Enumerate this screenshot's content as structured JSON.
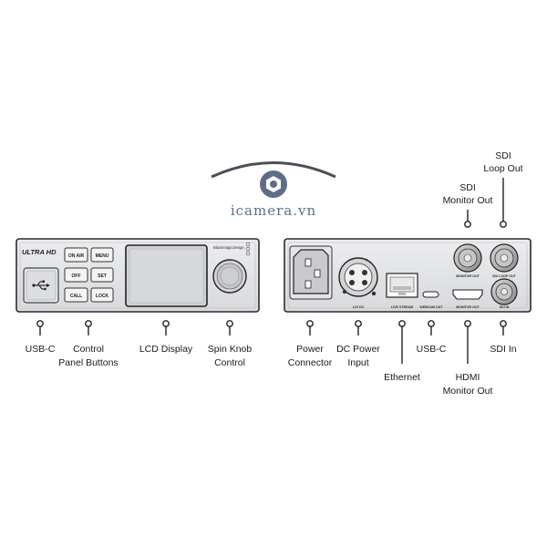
{
  "watermark": {
    "text": "icamera.vn"
  },
  "front_panel": {
    "logo": "ULTRA HD",
    "brand": "Blackmagicdesign",
    "buttons": [
      "ON AIR",
      "MENU",
      "OFF",
      "SET",
      "CALL",
      "LOCK"
    ]
  },
  "rear_panel": {
    "port_labels": [
      "12V DC",
      "LIVE STREAM",
      "WEBCAM OUT",
      "MONITOR OUT",
      "MONITOR OUT",
      "SDI LOOP OUT",
      "SDI IN"
    ]
  },
  "callouts": {
    "usb_c_front": [
      "USB-C"
    ],
    "control_panel_buttons": [
      "Control",
      "Panel Buttons"
    ],
    "lcd_display": [
      "LCD Display"
    ],
    "spin_knob": [
      "Spin Knob",
      "Control"
    ],
    "power_connector": [
      "Power",
      "Connector"
    ],
    "dc_power_input": [
      "DC Power",
      "Input"
    ],
    "ethernet": [
      "Ethernet"
    ],
    "usb_c_rear": [
      "USB-C"
    ],
    "hdmi_monitor_out": [
      "HDMI",
      "Monitor Out"
    ],
    "sdi_in": [
      "SDI In"
    ],
    "sdi_monitor_out": [
      "SDI",
      "Monitor Out"
    ],
    "sdi_loop_out": [
      "SDI",
      "Loop Out"
    ]
  }
}
